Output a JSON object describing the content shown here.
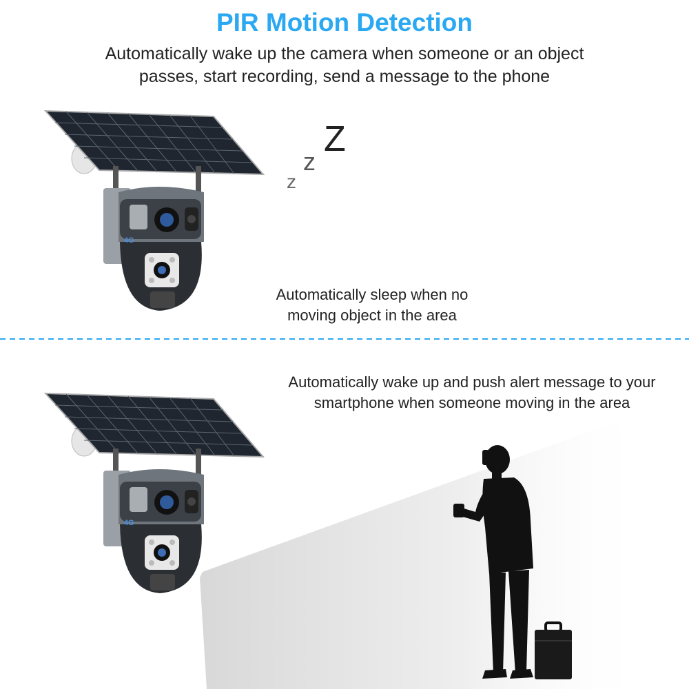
{
  "header": {
    "title": "PIR Motion Detection",
    "subtitle_line1": "Automatically wake up the camera when someone or an object",
    "subtitle_line2": "passes, start recording, send a message to the phone"
  },
  "sleep_section": {
    "caption_line1": "Automatically sleep when no",
    "caption_line2": "moving object in the area",
    "snore_small": "z",
    "snore_medium": "z",
    "snore_large": "Z"
  },
  "wake_section": {
    "caption_line1": "Automatically wake up and push alert message to your",
    "caption_line2": "smartphone when someone moving in the area"
  },
  "camera_badge": "4G",
  "colors": {
    "title": "#2aa8f2",
    "divider": "#2aa8f2"
  },
  "icons": [
    "solar-camera-icon",
    "person-silhouette-icon",
    "briefcase-icon",
    "dashed-divider"
  ]
}
